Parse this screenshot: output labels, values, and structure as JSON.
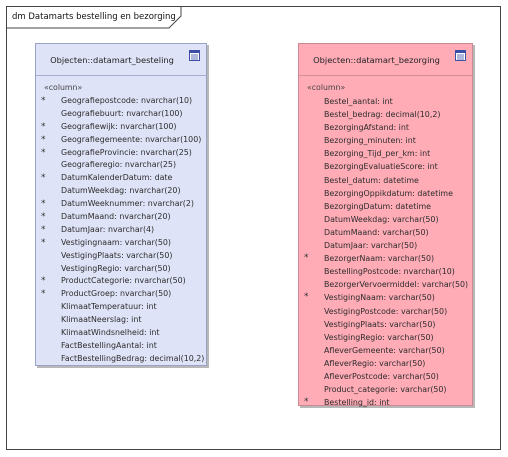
{
  "diagram": {
    "title": "dm Datamarts bestelling en bezorging"
  },
  "colors": {
    "bestelling_fill": "#dfe3f7",
    "bezorging_fill": "#ffacb7",
    "icon_stroke": "#3b4fa6"
  },
  "entities": [
    {
      "title": "Objecten::datamart_besteling",
      "stereotype": "«column»",
      "icon": "table-icon",
      "attributes": [
        {
          "key": "*",
          "text": "Geografiepostcode: nvarchar(10)"
        },
        {
          "key": "",
          "text": "Geografiebuurt: nvarchar(100)"
        },
        {
          "key": "*",
          "text": "Geografiewijk: nvarchar(100)"
        },
        {
          "key": "*",
          "text": "Geografiegemeente: nvarchar(100)"
        },
        {
          "key": "*",
          "text": "GeografieProvincie: nvarchar(25)"
        },
        {
          "key": "",
          "text": "Geografieregio: nvarchar(25)"
        },
        {
          "key": "*",
          "text": "DatumKalenderDatum: date"
        },
        {
          "key": "",
          "text": "DatumWeekdag: nvarchar(20)"
        },
        {
          "key": "*",
          "text": "DatumWeeknummer: nvarchar(2)"
        },
        {
          "key": "*",
          "text": "DatumMaand: nvarchar(20)"
        },
        {
          "key": "*",
          "text": "DatumJaar: nvarchar(4)"
        },
        {
          "key": "*",
          "text": "Vestigingnaam: varchar(50)"
        },
        {
          "key": "",
          "text": "VestigingPlaats: varchar(50)"
        },
        {
          "key": "",
          "text": "VestigingRegio: varchar(50)"
        },
        {
          "key": "*",
          "text": "ProductCategorie: nvarchar(50)"
        },
        {
          "key": "*",
          "text": "ProductGroep: nvarchar(50)"
        },
        {
          "key": "",
          "text": "KlimaatTemperatuur: int"
        },
        {
          "key": "",
          "text": "KlimaatNeerslag: int"
        },
        {
          "key": "",
          "text": "KlimaatWindsnelheid: int"
        },
        {
          "key": "",
          "text": "FactBestellingAantal: int"
        },
        {
          "key": "",
          "text": "FactBestellingBedrag: decimal(10,2)"
        }
      ]
    },
    {
      "title": "Objecten::datamart_bezorging",
      "stereotype": "«column»",
      "icon": "table-icon",
      "attributes": [
        {
          "key": "",
          "text": "Bestel_aantal: int"
        },
        {
          "key": "",
          "text": "Bestel_bedrag: decimal(10,2)"
        },
        {
          "key": "",
          "text": "BezorgingAfstand: int"
        },
        {
          "key": "",
          "text": "Bezorging_minuten: int"
        },
        {
          "key": "",
          "text": "Bezorging_Tijd_per_km: int"
        },
        {
          "key": "",
          "text": "BezorgingEvaluatieScore: int"
        },
        {
          "key": "",
          "text": "Bestel_datum: datetime"
        },
        {
          "key": "",
          "text": "BezorgingOppikdatum: datetime"
        },
        {
          "key": "",
          "text": "BezorgingDatum: datetime"
        },
        {
          "key": "",
          "text": "DatumWeekdag: varchar(50)"
        },
        {
          "key": "",
          "text": "DatumMaand: varchar(50)"
        },
        {
          "key": "",
          "text": "DatumJaar: varchar(50)"
        },
        {
          "key": "*",
          "text": "BezorgerNaam: varchar(50)"
        },
        {
          "key": "",
          "text": "BestellingPostcode: nvarchar(10)"
        },
        {
          "key": "",
          "text": "BezorgerVervoermiddel: varchar(50)"
        },
        {
          "key": "*",
          "text": "VestigingNaam: varchar(50)"
        },
        {
          "key": "",
          "text": "VestigingPostcode: varchar(50)"
        },
        {
          "key": "",
          "text": "VestigingPlaats: varchar(50)"
        },
        {
          "key": "",
          "text": "VestigingRegio: varchar(50)"
        },
        {
          "key": "",
          "text": "AfleverGemeente: varchar(50)"
        },
        {
          "key": "",
          "text": "AfleverRegio: varchar(50)"
        },
        {
          "key": "",
          "text": "AfleverPostcode: varchar(50)"
        },
        {
          "key": "",
          "text": "Product_categorie: varchar(50)"
        },
        {
          "key": "*",
          "text": "Bestelling_id: int"
        }
      ]
    }
  ]
}
